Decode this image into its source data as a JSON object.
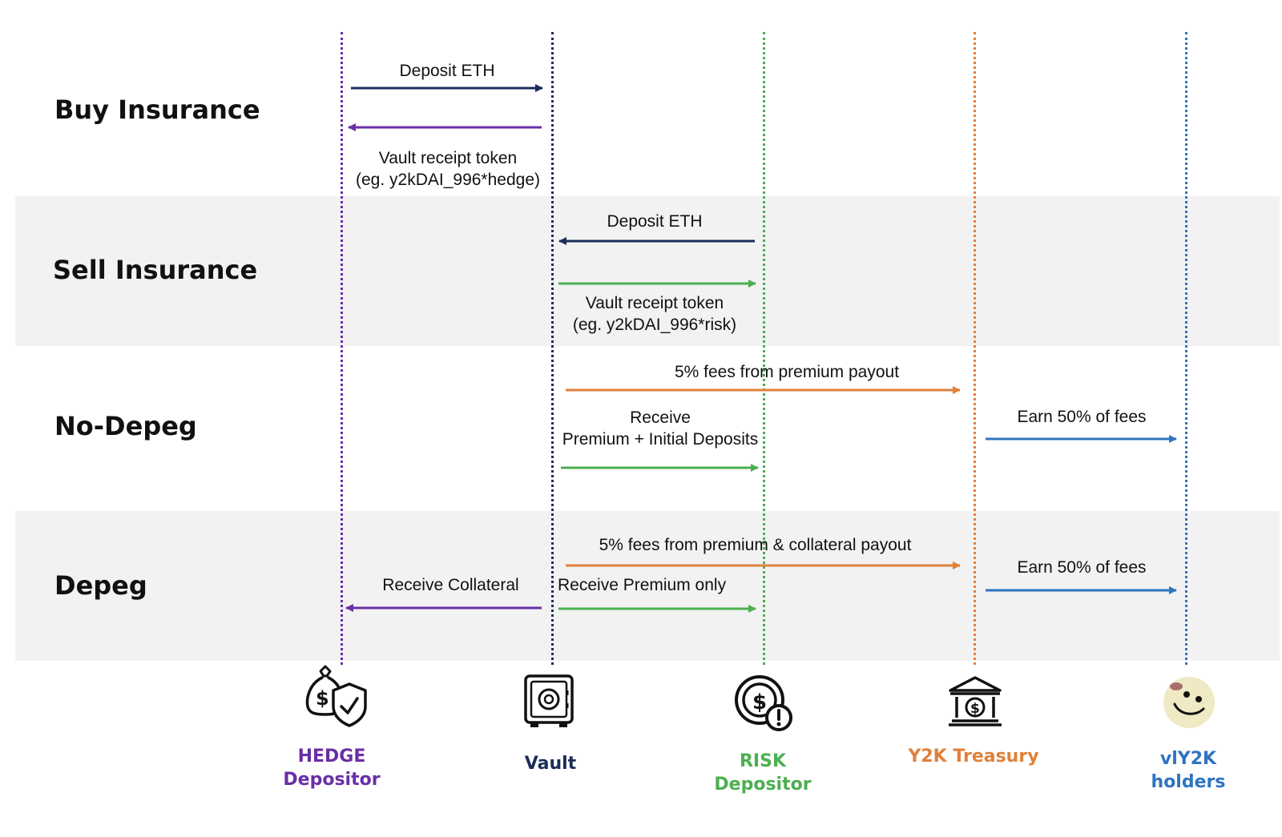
{
  "colors": {
    "hedge": "#6a2ea6",
    "vault": "#1a2d5a",
    "risk": "#4caf50",
    "treasury": "#e0803a",
    "holders": "#2f74c0",
    "band": "#f2f2f2"
  },
  "rows": {
    "buy": "Buy Insurance",
    "sell": "Sell Insurance",
    "nodepeg": "No-Depeg",
    "depeg": "Depeg"
  },
  "messages": {
    "buy_deposit": "Deposit ETH",
    "buy_receipt_1": "Vault receipt token",
    "buy_receipt_2": "(eg. y2kDAI_996*hedge)",
    "sell_deposit": "Deposit ETH",
    "sell_receipt_1": "Vault receipt token",
    "sell_receipt_2": "(eg. y2kDAI_996*risk)",
    "nodepeg_fees": "5% fees from premium payout",
    "nodepeg_receive_1": "Receive",
    "nodepeg_receive_2": "Premium + Initial Deposits",
    "nodepeg_earn": "Earn 50% of fees",
    "depeg_fees": "5% fees from premium & collateral payout",
    "depeg_collateral": "Receive Collateral",
    "depeg_premium": "Receive Premium only",
    "depeg_earn": "Earn 50% of fees"
  },
  "actors": {
    "hedge": {
      "line1": "HEDGE",
      "line2": "Depositor",
      "icon": "money-bag-shield-icon"
    },
    "vault": {
      "line1": "Vault",
      "icon": "safe-icon"
    },
    "risk": {
      "line1": "RISK",
      "line2": "Depositor",
      "icon": "coin-warning-icon"
    },
    "treasury": {
      "line1": "Y2K Treasury",
      "icon": "bank-icon"
    },
    "holders": {
      "line1": "vlY2K",
      "line2": "holders",
      "icon": "smiley-avatar-icon"
    }
  }
}
